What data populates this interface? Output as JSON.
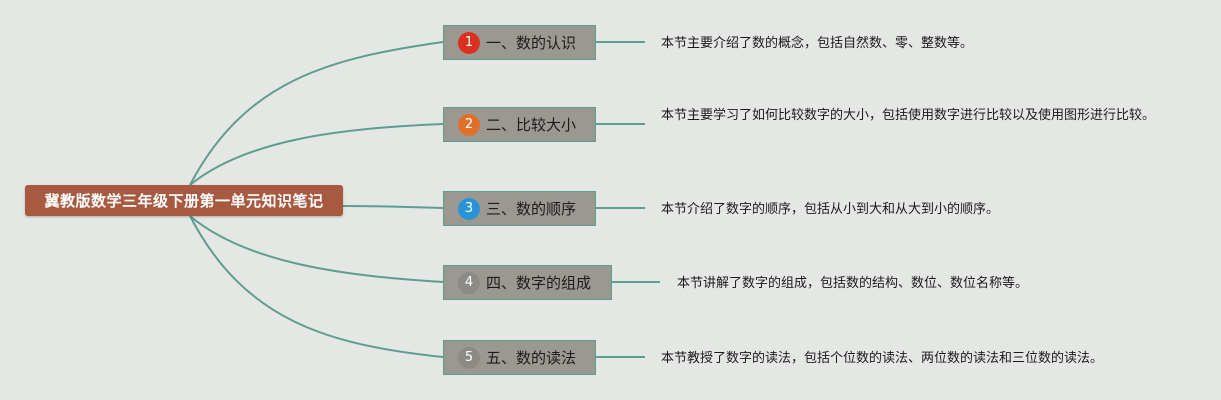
{
  "root": {
    "label": "冀教版数学三年级下册第一单元知识笔记",
    "color": "#a85a40"
  },
  "connector_color": "#5e9e91",
  "branches": [
    {
      "marker": "1",
      "marker_color": "#d9301f",
      "label": "一、数的认识",
      "description": "本节主要介绍了数的概念，包括自然数、零、整数等。"
    },
    {
      "marker": "2",
      "marker_color": "#e07028",
      "label": "二、比较大小",
      "description": "本节主要学习了如何比较数字的大小，包括使用数字进行比较以及使用图形进行比较。"
    },
    {
      "marker": "3",
      "marker_color": "#2a93d8",
      "label": "三、数的顺序",
      "description": "本节介绍了数字的顺序，包括从小到大和从大到小的顺序。"
    },
    {
      "marker": "4",
      "marker_color": "#8c8a85",
      "label": "四、数字的组成",
      "description": "本节讲解了数字的组成，包括数的结构、数位、数位名称等。"
    },
    {
      "marker": "5",
      "marker_color": "#8c8a85",
      "label": "五、数的读法",
      "description": "本节教授了数字的读法，包括个位数的读法、两位数的读法和三位数的读法。"
    }
  ]
}
